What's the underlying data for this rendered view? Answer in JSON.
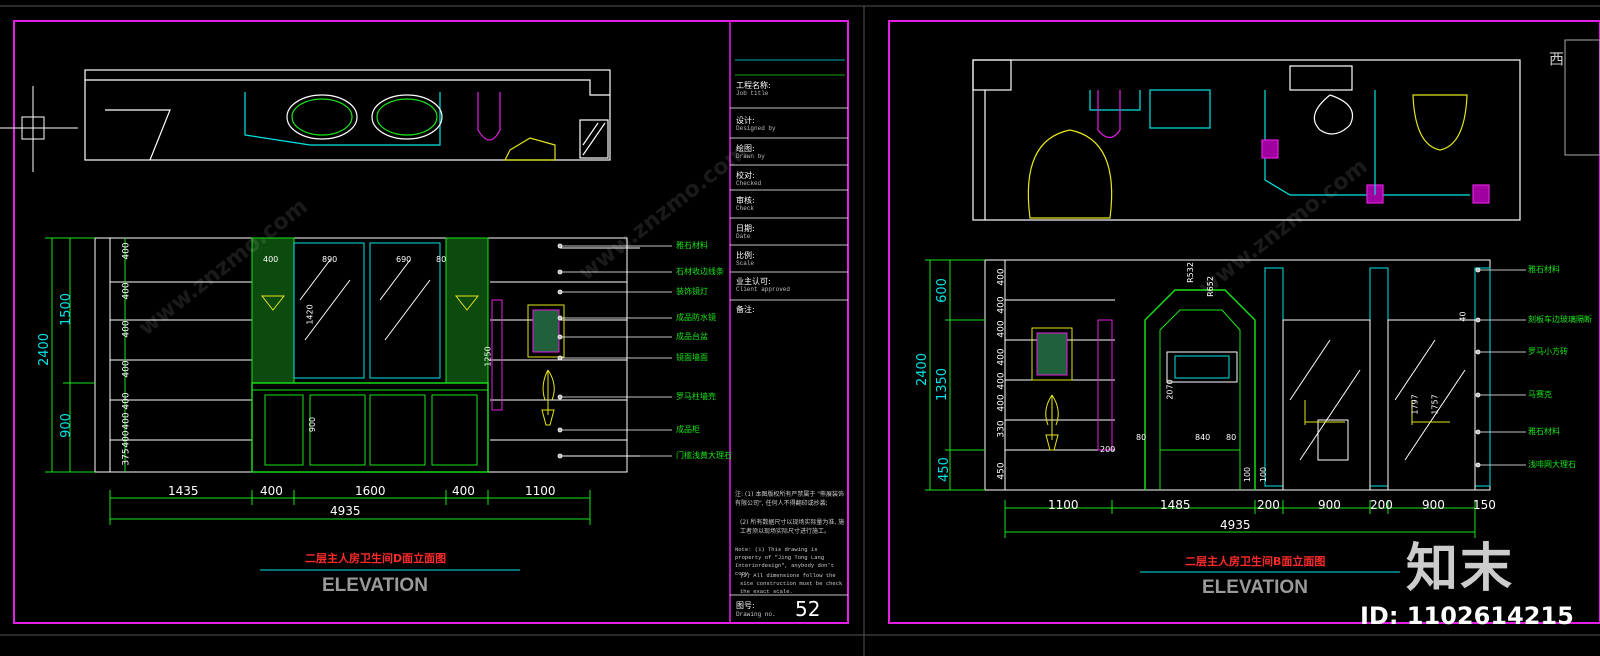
{
  "colors": {
    "frame": "#e21fe2",
    "cyan": "#00e5e5",
    "green": "#19e619",
    "yellow": "#e6e619",
    "white": "#ffffff",
    "red": "#ff2a2a",
    "dim": "#bbbbbb"
  },
  "left_sheet": {
    "title": "二层主人房卫生间D面立面图",
    "subtitle": "ELEVATION",
    "heights": {
      "total": "2400",
      "upper": "1500",
      "lower": "900"
    },
    "right_dims": [
      "400",
      "400",
      "400",
      "400",
      "400",
      "400",
      "400",
      "375"
    ],
    "bottom_dims": [
      "1435",
      "400",
      "1600",
      "400",
      "1100"
    ],
    "bottom_total": "4935",
    "mirror_dims": [
      "400",
      "890",
      "690",
      "80"
    ],
    "inner_dims": [
      "1420",
      "1250",
      "900"
    ],
    "callouts": [
      "雅石材料",
      "石材收边线条",
      "装饰镜灯",
      "成品防水镜",
      "成品台盆",
      "镜面墙面",
      "罗马柱墙壳",
      "成品柜",
      "门槛浅黄大理石"
    ]
  },
  "title_block": {
    "rows": [
      {
        "cn": "工程名称:",
        "en": "Job title"
      },
      {
        "cn": "设计:",
        "en": "Designed by"
      },
      {
        "cn": "绘图:",
        "en": "Drawn by"
      },
      {
        "cn": "校对:",
        "en": "Checked"
      },
      {
        "cn": "审核:",
        "en": "Check"
      },
      {
        "cn": "日期:",
        "en": "Date"
      },
      {
        "cn": "比例:",
        "en": "Scale"
      },
      {
        "cn": "业主认可:",
        "en": "Client approved"
      },
      {
        "cn": "备注:",
        "en": ""
      }
    ],
    "note_cn": "注: (1) 本图版权所有严禁属于 \"熊展装饰有限公司\", 任何人不得翻印或抄袭;",
    "note_cn2": "(2) 所有数据尺寸以现场实际量为准, 施工者须以现场实际尺寸进行施工。",
    "note_en": "Note: (1) This drawing is property of \"Jing Tong Lang Interiordesign\", anybody don't copy.",
    "note_en2": "(2) All dimensions follow the site construction must be check the exact scale.",
    "drawing_no_label": "图号:",
    "drawing_no_en": "Drawing no.",
    "drawing_no": "52"
  },
  "right_sheet": {
    "title": "二层主人房卫生间B面立面图",
    "subtitle": "ELEVATION",
    "heights": {
      "total": "2400",
      "upper": "600",
      "mid": "1350",
      "lower": "450"
    },
    "right_dims": [
      "400",
      "400",
      "400",
      "400",
      "400",
      "400",
      "330",
      "450"
    ],
    "bottom_dims": [
      "1100",
      "1485",
      "200",
      "900",
      "200",
      "900",
      "150"
    ],
    "bottom_total": "4935",
    "inner_dims": [
      "R532",
      "R652",
      "2070",
      "840",
      "200",
      "80",
      "80",
      "100",
      "100",
      "1797",
      "1757",
      "40"
    ],
    "callouts": [
      "雅石材料",
      "刻板车边玻璃隔断",
      "罗马小方砖",
      "马赛克",
      "雅石材料",
      "浅啡网大理石"
    ],
    "compass": "西"
  },
  "watermarks": {
    "brand": "知末",
    "id": "ID: 1102614215",
    "site": "www.znzmo.com"
  }
}
